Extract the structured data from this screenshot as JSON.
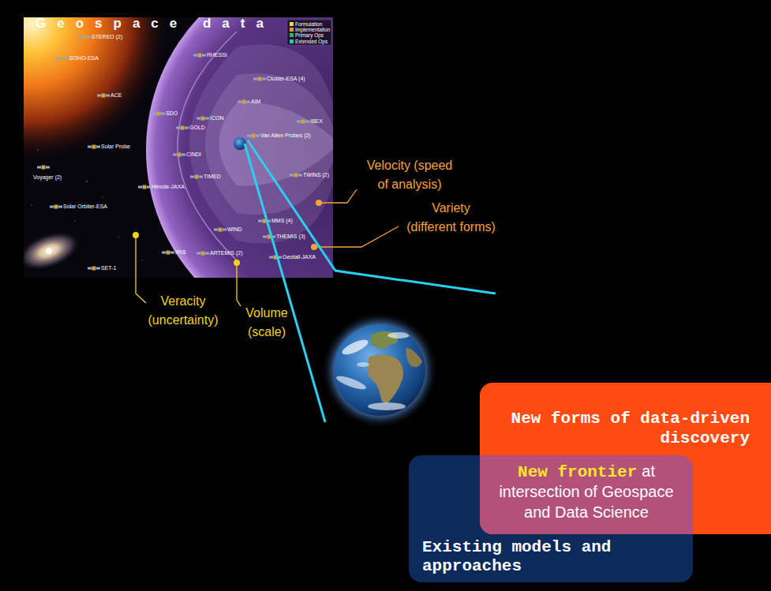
{
  "diagram": {
    "title": "Geospace data",
    "nodes": [
      {
        "text": [
          "New forms of data-driven discovery"
        ]
      },
      {
        "text": [
          "New frontier",
          "at intersection of Geospace and Data Science"
        ],
        "in": 0
      },
      {
        "text": [
          "Existing models and approaches"
        ]
      }
    ],
    "labels": [
      "STEREO (2)",
      "RHESSI",
      "SOHO-ESA",
      "Cluster-ESA (4)",
      "ACE",
      "AIM",
      "SDO",
      "ICON",
      "GOLD",
      "IBEX",
      "Van Allen Probes (2)",
      "Solar Probe",
      "CINDI",
      "TIMED",
      "TWINS (2)",
      "Voyager (2)",
      "Hinode-JAXA",
      "THEMIS (3)",
      "Solar Orbiter-ESA",
      "WIND",
      "MMS (4)",
      "Geotail-JAXA",
      "ARTEMIS (2)",
      "IRIS",
      "SET-1",
      "Velocity (speed of analysis)",
      "Variety (different forms)",
      "Veracity (uncertainty)",
      "Volume (scale)"
    ],
    "legend": [
      {
        "text": "Formulation",
        "color": "#f2e01c"
      },
      {
        "text": "Implementation",
        "color": "#f7941d"
      },
      {
        "text": "Primary Ops",
        "color": "#39b54a"
      },
      {
        "text": "Extended Ops",
        "color": "#29c4c4"
      }
    ]
  }
}
